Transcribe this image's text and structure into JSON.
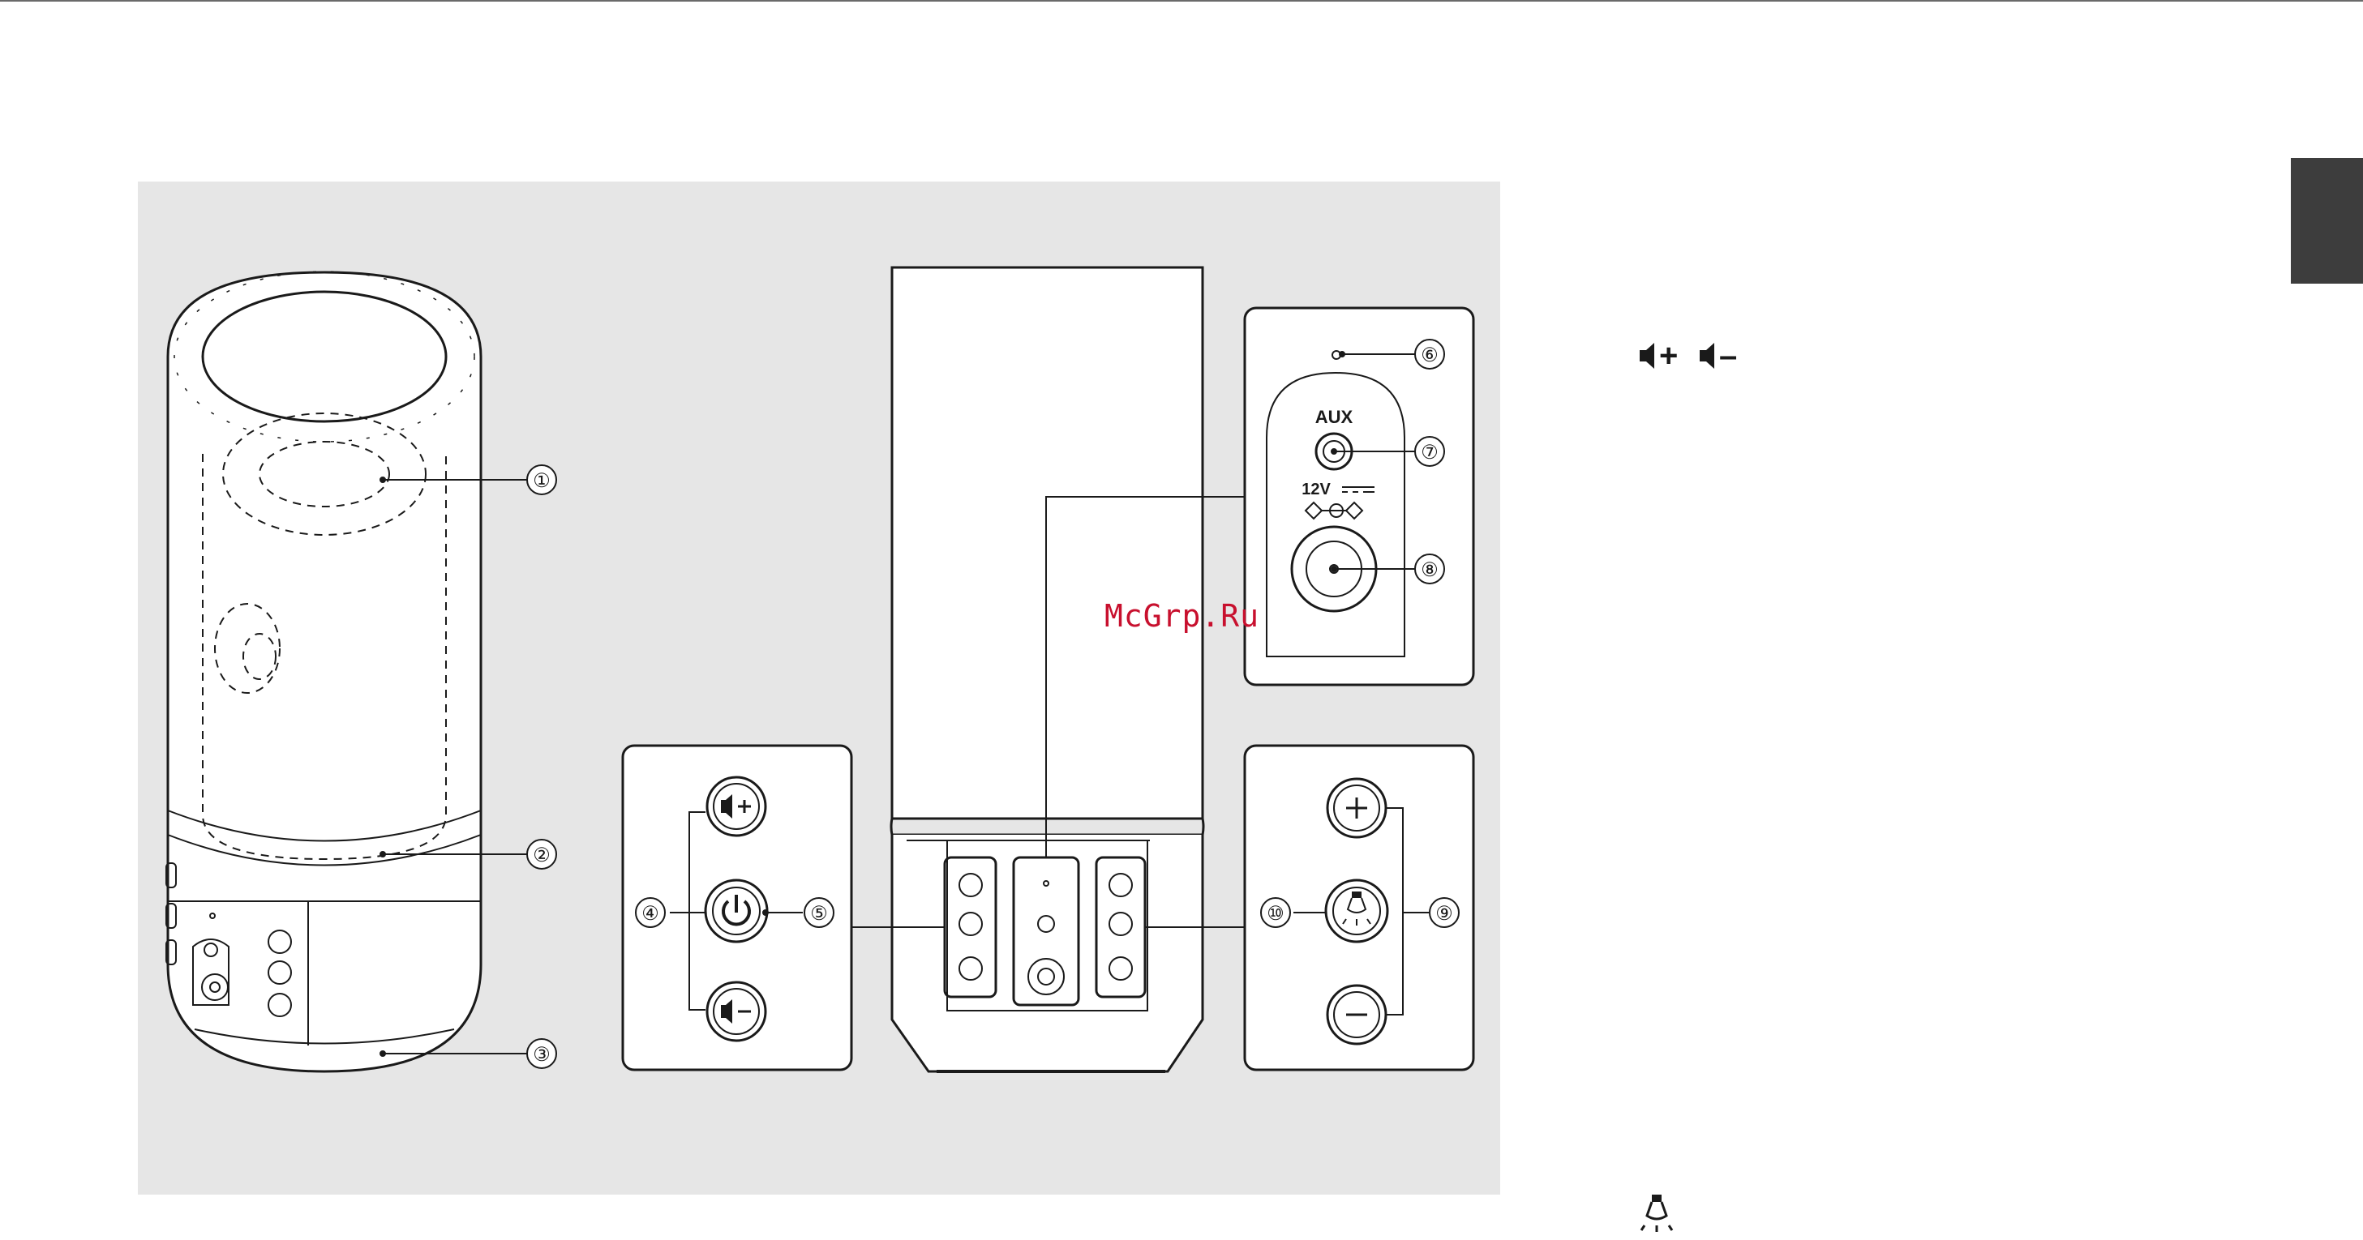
{
  "watermark": "McGrp.Ru",
  "jack_labels": {
    "aux": "AUX",
    "dc_in": "12V"
  },
  "callouts": [
    "①",
    "②",
    "③",
    "④",
    "⑤",
    "⑥",
    "⑦",
    "⑧",
    "⑨",
    "⑩"
  ],
  "legend": {
    "volume_up": "+",
    "volume_down": "–"
  },
  "colors": {
    "panel_background": "#e6e6e6",
    "side_tab": "#3d3d3d",
    "line_art": "#1a1a1a",
    "watermark": "#c8102e"
  }
}
